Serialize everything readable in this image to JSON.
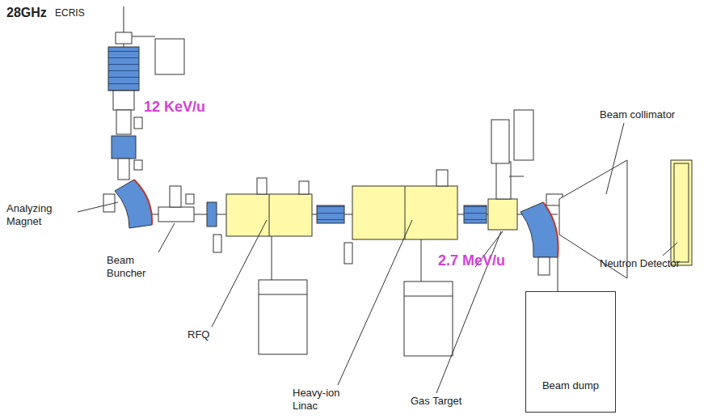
{
  "diagram": {
    "nodes": [
      {
        "text": [
          "Beam dump"
        ]
      }
    ],
    "labels": [
      "28GHz",
      "ECRIS",
      "12 KeV/u",
      "Analyzing Magnet",
      "Beam Buncher",
      "RFQ",
      "Heavy-ion Linac",
      "2.7 MeV/u",
      "Gas Target",
      "Beam collimator",
      "Neutron Detector"
    ]
  }
}
